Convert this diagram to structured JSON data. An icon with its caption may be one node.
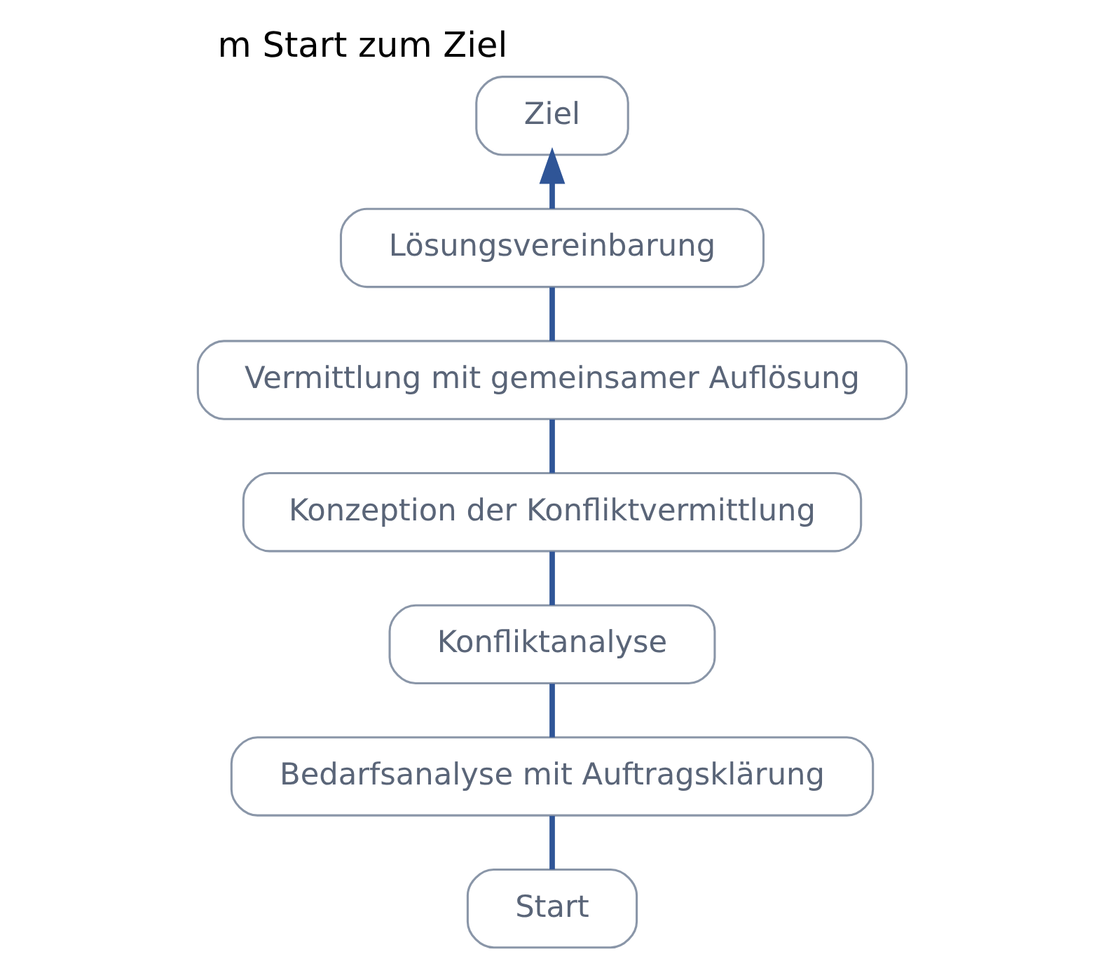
{
  "diagram": {
    "title": "m Start zum Ziel",
    "nodes": [
      {
        "text": [
          "Ziel"
        ]
      },
      {
        "text": [
          "Lösungsvereinbarung"
        ]
      },
      {
        "text": [
          "Vermittlung mit gemeinsamer Auflösung"
        ]
      },
      {
        "text": [
          "Konzeption der Konfliktvermittlung"
        ]
      },
      {
        "text": [
          "Konfliktanalyse"
        ]
      },
      {
        "text": [
          "Bedarfsanalyse mit Auftragsklärung"
        ]
      },
      {
        "text": [
          "Start"
        ]
      }
    ],
    "edges": [
      {
        "from": 6,
        "to": 5,
        "arrow": "none"
      },
      {
        "from": 5,
        "to": 4,
        "arrow": "none"
      },
      {
        "from": 4,
        "to": 3,
        "arrow": "none"
      },
      {
        "from": 3,
        "to": 2,
        "arrow": "none"
      },
      {
        "from": 2,
        "to": 1,
        "arrow": "none"
      },
      {
        "from": 1,
        "to": 0,
        "arrow": "to"
      }
    ]
  }
}
